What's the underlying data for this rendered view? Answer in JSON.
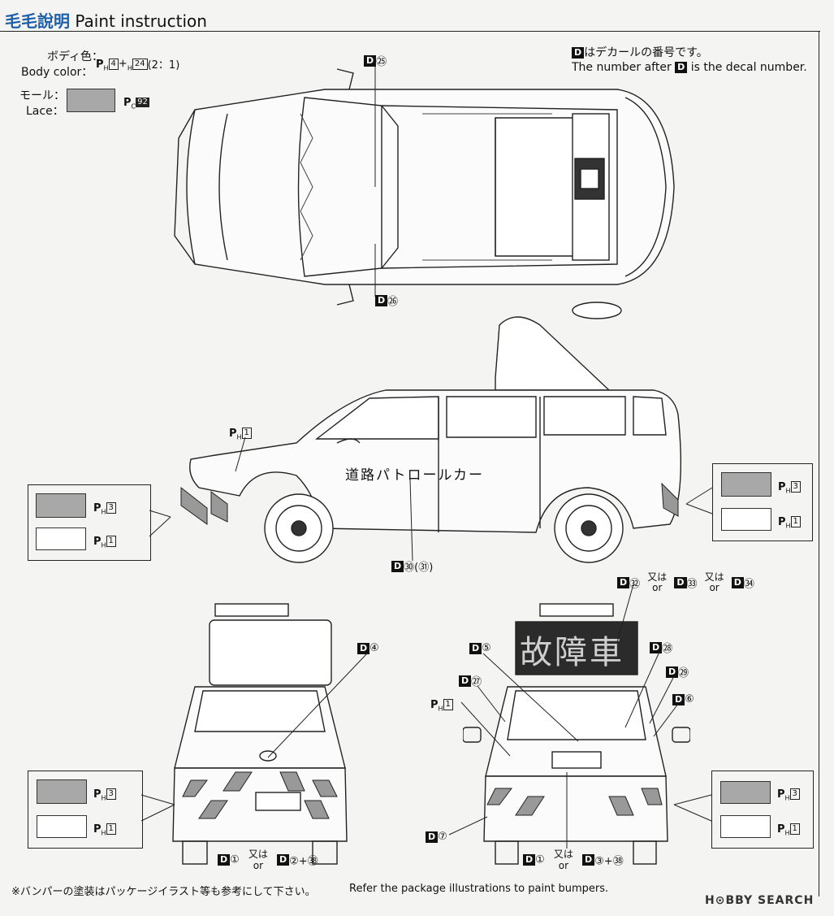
{
  "header": {
    "watermark": "毛毛說明",
    "title": "Paint instruction"
  },
  "legend": {
    "ja": "はデカールの番号です。",
    "en_pre": "The number after",
    "en_post": "is the decal number.",
    "d": "D"
  },
  "body_color": {
    "label_ja": "ボディ色：",
    "label_en": "Body color：",
    "p1": "H",
    "c1": "4",
    "plus": "+",
    "p2": "H",
    "c2": "24",
    "ratio": "(2：1)"
  },
  "lace": {
    "label_ja": "モール：",
    "label_en": "Lace：",
    "p": "C",
    "c": "92"
  },
  "top_view": {
    "d_top": "D",
    "n_top": "㉕",
    "d_bot": "D",
    "n_bot": "㉖"
  },
  "side_view": {
    "ph_label": "H",
    "ph_code": "1",
    "door_text": "道路パトロールカー",
    "decal_d": "D",
    "decal_n": "㉚(㉛)",
    "left_swatches": [
      {
        "p": "H",
        "c": "3",
        "color": "#a8a8a8"
      },
      {
        "p": "H",
        "c": "1",
        "color": "#ffffff"
      }
    ],
    "right_swatches": [
      {
        "p": "H",
        "c": "3",
        "color": "#a8a8a8"
      },
      {
        "p": "H",
        "c": "1",
        "color": "#ffffff"
      }
    ]
  },
  "sign_decals": {
    "d1": "D",
    "n1": "㉜",
    "or1_ja": "又は",
    "or1_en": "or",
    "d2": "D",
    "n2": "㉝",
    "or2_ja": "又は",
    "or2_en": "or",
    "d3": "D",
    "n3": "㉞"
  },
  "front_view": {
    "d_top": "D",
    "n_top": "④",
    "swatches": [
      {
        "p": "H",
        "c": "3",
        "color": "#a8a8a8"
      },
      {
        "p": "H",
        "c": "1",
        "color": "#ffffff"
      }
    ],
    "bottom": {
      "d1": "D",
      "n1": "①",
      "or_ja": "又は",
      "or_en": "or",
      "d2": "D",
      "n2": "②+㊳"
    }
  },
  "rear_view": {
    "sign_text": "故障車",
    "d5": "D",
    "n5": "⑤",
    "d27": "D",
    "n27": "㉗",
    "d28": "D",
    "n28": "㉘",
    "d29": "D",
    "n29": "㉙",
    "d6": "D",
    "n6": "⑥",
    "d7": "D",
    "n7": "⑦",
    "ph_label": "H",
    "ph_code": "1",
    "swatches": [
      {
        "p": "H",
        "c": "3",
        "color": "#a8a8a8"
      },
      {
        "p": "H",
        "c": "1",
        "color": "#ffffff"
      }
    ],
    "bottom": {
      "d1": "D",
      "n1": "①",
      "or_ja": "又は",
      "or_en": "or",
      "d2": "D",
      "n2": "③+㊳"
    }
  },
  "footer": {
    "note_ja": "※バンパーの塗装はパッケージイラスト等も参考にして下さい。",
    "note_en": "Refer the package illustrations to paint bumpers.",
    "brand": "H⊙BBY SEARCH"
  }
}
